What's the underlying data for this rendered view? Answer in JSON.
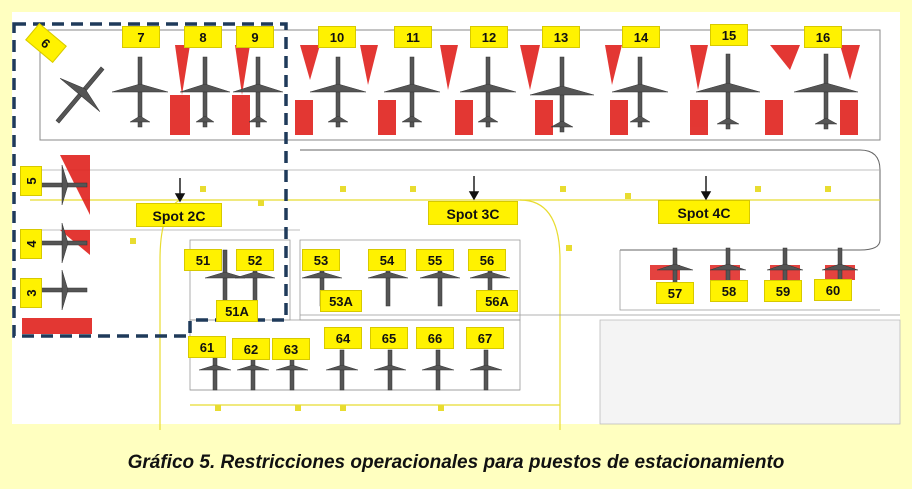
{
  "caption": "Gráfico 5. Restricciones operacionales para puestos de estacionamiento",
  "colors": {
    "background": "#FFFFC0",
    "apron": "#FFFFFF",
    "label": "#FFF200",
    "restriction": "#E0221E",
    "taxi_line": "#F2E200",
    "boundary": "#1F3A5A"
  },
  "spots": [
    "Spot 2C",
    "Spot 3C",
    "Spot 4C"
  ],
  "stands": {
    "north": [
      "7",
      "8",
      "9",
      "10",
      "11",
      "12",
      "13",
      "14",
      "15",
      "16"
    ],
    "diagonal": "6",
    "west": [
      "5",
      "4",
      "3"
    ],
    "center_row": [
      "51",
      "52",
      "53",
      "54",
      "55",
      "56"
    ],
    "center_sub": [
      "51A",
      "53A",
      "56A"
    ],
    "east_row": [
      "57",
      "58",
      "59",
      "60"
    ],
    "south_row": [
      "61",
      "62",
      "63",
      "64",
      "65",
      "66",
      "67"
    ]
  }
}
